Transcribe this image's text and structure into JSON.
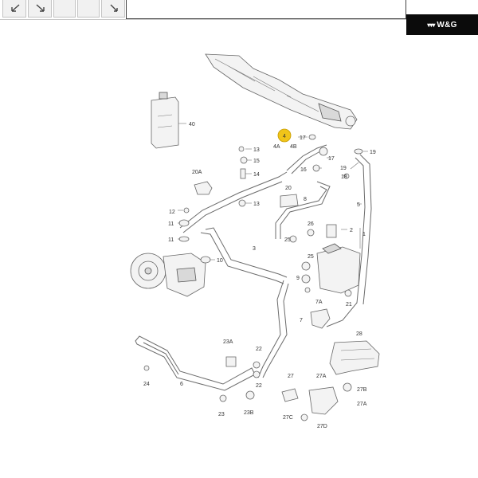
{
  "toolbar": {
    "buttons": [
      "back-icon",
      "forward-icon",
      "blank",
      "search-icon"
    ]
  },
  "brand": {
    "label": "W&G",
    "chevrons": "▾▾▾"
  },
  "diagram": {
    "highlight_label": "4",
    "labels": {
      "l40": "40",
      "l17a": "17",
      "l4a": "4A",
      "l4b": "4B",
      "l17b": "17",
      "l19a": "19",
      "l19b": "19",
      "l18": "18",
      "l13a": "13",
      "l15": "15",
      "l14": "14",
      "l16": "16",
      "l20a": "20A",
      "l20": "20",
      "l8": "8",
      "l13b": "13",
      "l12": "12",
      "l11a": "11",
      "l11b": "11",
      "l10": "10",
      "l3": "3",
      "l26": "26",
      "l25a": "25",
      "l25b": "25",
      "l2": "2",
      "l1": "1",
      "l5": "5",
      "l9": "9",
      "l7a": "7A",
      "l21": "21",
      "l7": "7",
      "l28": "28",
      "l23a": "23A",
      "l22a": "22",
      "l22b": "22",
      "l24": "24",
      "l6": "6",
      "l27": "27",
      "l27a1": "27A",
      "l27b": "27B",
      "l27a2": "27A",
      "l27c": "27C",
      "l27d": "27D",
      "l23": "23",
      "l23b": "23B"
    }
  },
  "colors": {
    "highlight": "#f0c419",
    "line": "#6b6b6b",
    "part_fill": "#f3f3f3",
    "brand_bg": "#0b0b0b"
  }
}
